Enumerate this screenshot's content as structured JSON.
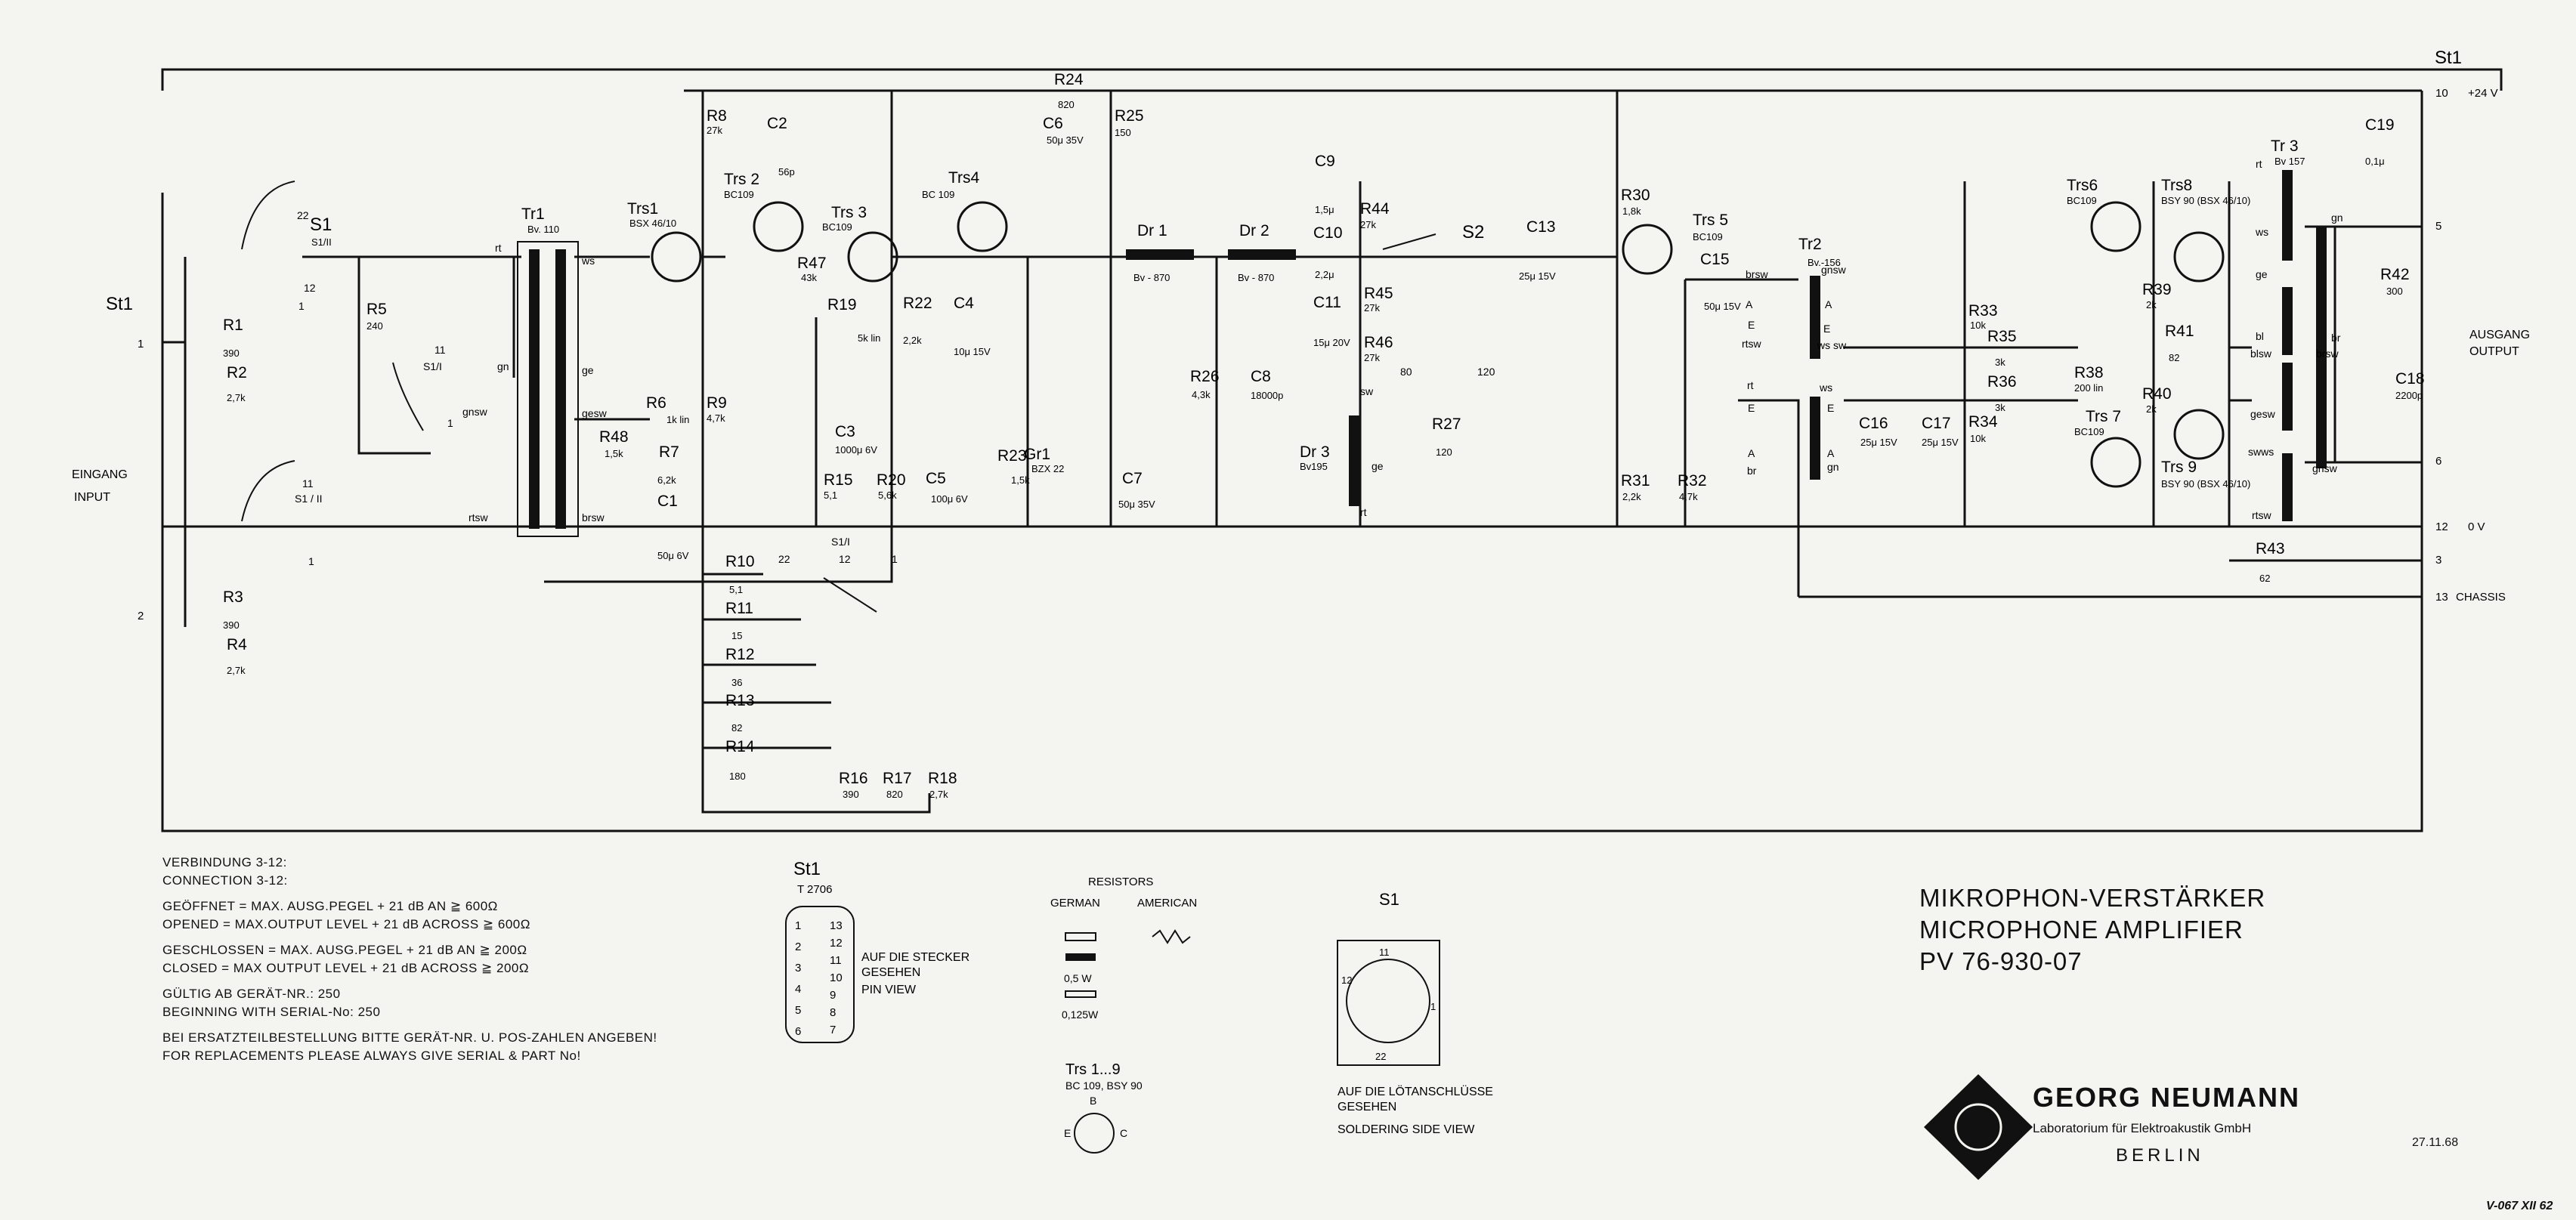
{
  "diagram": {
    "title_lines": [
      "MIKROPHON-VERSTÄRKER",
      "MICROPHONE AMPLIFIER",
      "PV 76-930-07"
    ],
    "company": {
      "name": "GEORG NEUMANN",
      "subtitle": "Laboratorium für Elektroakustik GmbH",
      "city": "BERLIN"
    },
    "date": "27.11.68",
    "doc_number": "V-067 XII 62",
    "connector_top": "St1",
    "connector_left": "St1",
    "input_label": [
      "EINGANG",
      "INPUT"
    ],
    "output_label": [
      "AUSGANG",
      "OUTPUT"
    ],
    "pins": {
      "p1": "1",
      "p2": "2",
      "p10": "10",
      "p10v": "+24 V",
      "p5": "5",
      "p6": "6",
      "p12": "12",
      "p12v": "0 V",
      "p3": "3",
      "p13": "13",
      "p13v": "CHASSIS"
    },
    "notes": [
      "VERBINDUNG 3-12:",
      "CONNECTION 3-12:",
      "GEÖFFNET = MAX. AUSG.PEGEL + 21 dB AN ≧ 600Ω",
      "OPENED = MAX.OUTPUT LEVEL + 21 dB ACROSS ≧ 600Ω",
      "GESCHLOSSEN = MAX. AUSG.PEGEL + 21 dB AN ≧ 200Ω",
      "CLOSED = MAX OUTPUT LEVEL + 21 dB ACROSS ≧ 200Ω",
      "GÜLTIG AB GERÄT-NR.: 250",
      "BEGINNING WITH SERIAL-No: 250",
      "BEI ERSATZTEILBESTELLUNG BITTE GERÄT-NR. U. POS-ZAHLEN ANGEBEN!",
      "FOR REPLACEMENTS PLEASE ALWAYS GIVE SERIAL & PART No!"
    ],
    "st1_view": {
      "name": "St1",
      "type": "T 2706",
      "left_pins": [
        "1",
        "2",
        "3",
        "4",
        "5",
        "6"
      ],
      "right_pins": [
        "13",
        "12",
        "11",
        "10",
        "9",
        "8",
        "7"
      ],
      "text": [
        "AUF DIE STECKER",
        "GESEHEN",
        "PIN VIEW"
      ]
    },
    "resistors_legend": {
      "title": "RESISTORS",
      "german": "GERMAN",
      "american": "AMERICAN",
      "w05": "0,5 W",
      "w0125": "0,125W"
    },
    "trs_legend": {
      "title": "Trs 1...9",
      "types": "BC 109, BSY 90",
      "b": "B",
      "e": "E",
      "c": "C"
    },
    "s1_view": {
      "name": "S1",
      "n11": "11",
      "n12": "12",
      "n1": "1",
      "n22": "22",
      "text": [
        "AUF DIE LÖTANSCHLÜSSE",
        "GESEHEN",
        "SOLDERING SIDE VIEW"
      ]
    },
    "components": {
      "R1": [
        "R1",
        "390"
      ],
      "R2": [
        "R2",
        "2,7k"
      ],
      "R3": [
        "R3",
        "390"
      ],
      "R4": [
        "R4",
        "2,7k"
      ],
      "R5": [
        "R5",
        "240"
      ],
      "R6": [
        "R6",
        "1k lin"
      ],
      "R48": [
        "R48",
        "1,5k"
      ],
      "R7": [
        "R7",
        "6,2k"
      ],
      "R8": [
        "R8",
        "27k"
      ],
      "R9": [
        "R9",
        "4,7k"
      ],
      "R10": [
        "R10",
        "5,1"
      ],
      "R11": [
        "R11",
        "15"
      ],
      "R12": [
        "R12",
        "36"
      ],
      "R13": [
        "R13",
        "82"
      ],
      "R14": [
        "R14",
        "180"
      ],
      "R15": [
        "R15",
        "5,1"
      ],
      "R16": [
        "R16",
        "390"
      ],
      "R17": [
        "R17",
        "820"
      ],
      "R18": [
        "R18",
        "2,7k"
      ],
      "R19": [
        "R19",
        "5k lin"
      ],
      "R20": [
        "R20",
        "5,6k"
      ],
      "R22": [
        "R22",
        "2,2k"
      ],
      "R23": [
        "R23",
        "1,5k"
      ],
      "R24": [
        "R24",
        "820"
      ],
      "R25": [
        "R25",
        "150"
      ],
      "R26": [
        "R26",
        "4,3k"
      ],
      "R27": [
        "R27",
        "120"
      ],
      "R30": [
        "R30",
        "1,8k"
      ],
      "R31": [
        "R31",
        "2,2k"
      ],
      "R32": [
        "R32",
        "4,7k"
      ],
      "R33": [
        "R33",
        "10k"
      ],
      "R34": [
        "R34",
        "10k"
      ],
      "R35": [
        "R35",
        "3k"
      ],
      "R36": [
        "R36",
        "3k"
      ],
      "R38": [
        "R38",
        "200 lin"
      ],
      "R39": [
        "R39",
        "2k"
      ],
      "R40": [
        "R40",
        "2k"
      ],
      "R41": [
        "R41",
        "82"
      ],
      "R42": [
        "R42",
        "300"
      ],
      "R43": [
        "R43",
        "62"
      ],
      "R44": [
        "R44",
        "27k"
      ],
      "R45": [
        "R45",
        "27k"
      ],
      "R46": [
        "R46",
        "27k"
      ],
      "R47": [
        "R47",
        "43k"
      ],
      "C1": [
        "C1",
        "50μ 6V"
      ],
      "C2": [
        "C2",
        "56p"
      ],
      "C3": [
        "C3",
        "1000μ 6V"
      ],
      "C4": [
        "C4",
        "10μ 15V"
      ],
      "C5": [
        "C5",
        "100μ 6V"
      ],
      "C6": [
        "C6",
        "50μ 35V"
      ],
      "C7": [
        "C7",
        "50μ 35V"
      ],
      "C8": [
        "C8",
        "18000p"
      ],
      "C9": [
        "C9",
        "1,5μ"
      ],
      "C10": [
        "C10",
        "2,2μ"
      ],
      "C11": [
        "C11",
        "15μ 20V"
      ],
      "C13": [
        "C13",
        "25μ 15V"
      ],
      "C15": [
        "C15",
        "50μ 15V"
      ],
      "C16": [
        "C16",
        "25μ 15V"
      ],
      "C17": [
        "C17",
        "25μ 15V"
      ],
      "C18": [
        "C18",
        "2200p"
      ],
      "C19": [
        "C19",
        "0,1μ"
      ],
      "Trs1": [
        "Trs1",
        "BSX 46/10"
      ],
      "Trs2": [
        "Trs 2",
        "BC109"
      ],
      "Trs3": [
        "Trs 3",
        "BC109"
      ],
      "Trs4": [
        "Trs4",
        "BC 109"
      ],
      "Trs5": [
        "Trs 5",
        "BC109"
      ],
      "Trs6": [
        "Trs6",
        "BC109"
      ],
      "Trs7": [
        "Trs 7",
        "BC109"
      ],
      "Trs8": [
        "Trs8",
        "BSY 90 (BSX 46/10)"
      ],
      "Trs9": [
        "Trs 9",
        "BSY 90 (BSX 46/10)"
      ],
      "Tr1": [
        "Tr1",
        "Bv. 110"
      ],
      "Tr2": [
        "Tr2",
        "Bv.-156"
      ],
      "Tr3": [
        "Tr 3",
        "Bv 157"
      ],
      "Dr1": [
        "Dr 1",
        "Bv - 870"
      ],
      "Dr2": [
        "Dr 2",
        "Bv - 870"
      ],
      "Dr3": [
        "Dr 3",
        "Bv195"
      ],
      "Gr1": [
        "Gr1",
        "BZX 22"
      ],
      "S1": [
        "S1",
        "S1/II"
      ],
      "S1I": [
        "S1/I"
      ],
      "S1II": [
        "S1 / II"
      ],
      "S1Ib": [
        "S1/I"
      ],
      "S2": [
        "S2"
      ]
    },
    "windings": {
      "tr1_rt": "rt",
      "tr1_ws": "ws",
      "tr1_gn": "gn",
      "tr1_ge": "ge",
      "tr1_gnsw": "gnsw",
      "tr1_gesw": "gesw",
      "tr1_rtsw": "rtsw",
      "tr1_brsw": "brsw",
      "tr2_brsw": "brsw",
      "tr2_gnsw": "gnsw",
      "tr2_A1": "A",
      "tr2_E1": "E",
      "tr2_rtsw": "rtsw",
      "tr2_wssw": "ws sw",
      "tr2_rt": "rt",
      "tr2_ws": "ws",
      "tr2_E2": "E",
      "tr2_A2": "A",
      "tr2_br": "br",
      "tr2_gn": "gn",
      "tr3_rt": "rt",
      "tr3_ws": "ws",
      "tr3_ge": "ge",
      "tr3_bl": "bl",
      "tr3_blsw": "blsw",
      "tr3_gesw": "gesw",
      "tr3_swws": "swws",
      "tr3_rtsw": "rtsw",
      "tr3_gn": "gn",
      "tr3_br": "br",
      "tr3_brsw": "brsw",
      "tr3_gnsw": "gnsw",
      "dr3_sw": "sw",
      "dr3_ge": "ge",
      "dr3_rt": "rt"
    },
    "switch_positions": {
      "s1_22": "22",
      "s1_12": "12",
      "s1_1": "1",
      "s1i_11": "11",
      "s1i_1": "1",
      "s1ii_11": "11",
      "s1ii_1": "1",
      "s1ib_22": "22",
      "s1ib_12": "12",
      "s1ib_1": "1",
      "s2_80": "80",
      "s2_120": "120"
    }
  }
}
